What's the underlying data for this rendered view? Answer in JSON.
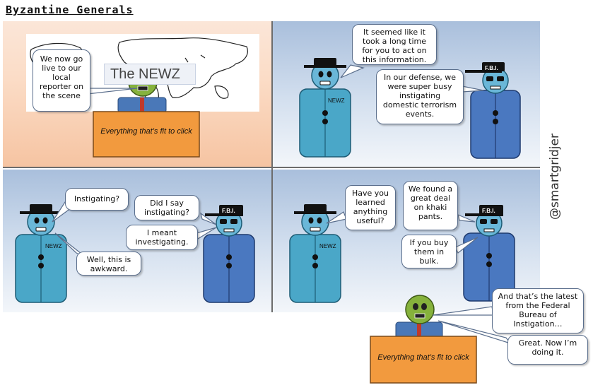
{
  "comic_title": "Byzantine Generals",
  "artist_handle": "@smartgridjer",
  "panel1": {
    "banner": "The NEWZ",
    "bubble": "We now go live to our local reporter on the scene",
    "desk_tagline": "Everything that’s fit to click"
  },
  "panel2": {
    "reporter_badge": "NEWZ",
    "agent_badge": "F.B.I.",
    "bubble_reporter": "It seemed like it took a long time for you to act on this information.",
    "bubble_agent": "In our defense, we were super busy instigating domestic terrorism events."
  },
  "panel3": {
    "reporter_badge": "NEWZ",
    "agent_badge": "F.B.I.",
    "bubble_reporter_1": "Instigating?",
    "bubble_agent_1": "Did I say instigating?",
    "bubble_agent_2": "I meant investigating.",
    "bubble_reporter_2": "Well, this is awkward."
  },
  "panel4": {
    "reporter_badge": "NEWZ",
    "agent_badge": "F.B.I.",
    "bubble_reporter": "Have you learned anything useful?",
    "bubble_agent_1": "We found a great deal on khaki pants.",
    "bubble_agent_2": "If you buy them in bulk."
  },
  "panel5": {
    "bubble_1": "And that’s the latest from the Federal Bureau of Instigation…",
    "bubble_2": "Great. Now I’m doing it.",
    "desk_tagline": "Everything that’s fit to click"
  }
}
